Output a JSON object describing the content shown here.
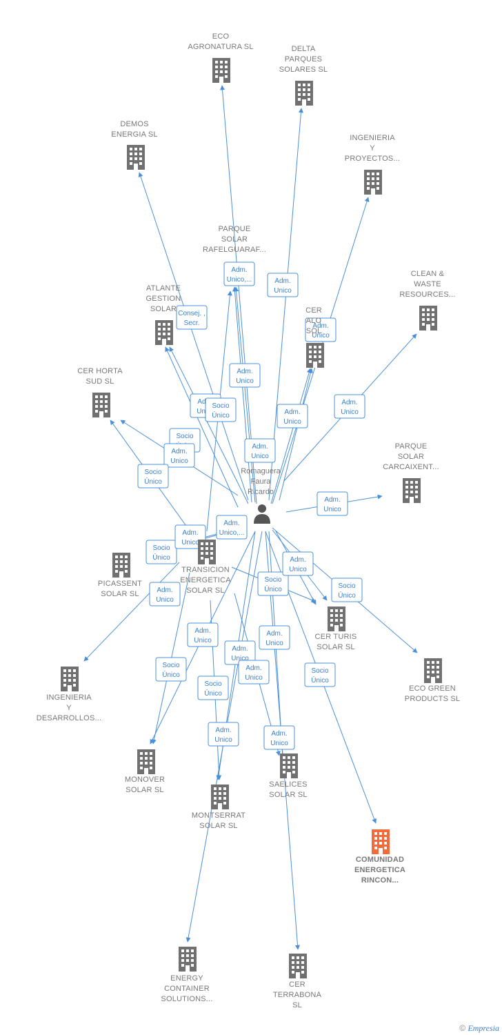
{
  "colors": {
    "edge": "#4a8fd8",
    "building": "#707070",
    "building_main": "#f26b3a",
    "person": "#555555",
    "label": "#777777"
  },
  "person": {
    "icon": "person-icon",
    "label": [
      "Romaguera",
      "Faura",
      "Ricardo"
    ]
  },
  "companies": [
    {
      "id": "eco-agronatura",
      "label": [
        "ECO",
        "AGRONATURA SL"
      ],
      "icon": "building-icon"
    },
    {
      "id": "delta-parques",
      "label": [
        "DELTA",
        "PARQUES",
        "SOLARES  SL"
      ],
      "icon": "building-icon"
    },
    {
      "id": "demos-energia",
      "label": [
        "DEMOS",
        "ENERGIA  SL"
      ],
      "icon": "building-icon"
    },
    {
      "id": "ingenieria-proyectos",
      "label": [
        "INGENIERIA",
        "Y",
        "PROYECTOS..."
      ],
      "icon": "building-icon"
    },
    {
      "id": "parque-rafelguaraf",
      "label": [
        "PARQUE",
        "SOLAR",
        "RAFELGUARAF..."
      ],
      "icon": "building-icon"
    },
    {
      "id": "atlante-gestion",
      "label": [
        "ATLANTE",
        "GESTION",
        "SOLAR"
      ],
      "icon": "building-icon"
    },
    {
      "id": "cer-alo",
      "label": [
        "CER",
        "ALO",
        "SOL"
      ],
      "icon": "building-icon"
    },
    {
      "id": "clean-waste",
      "label": [
        "CLEAN &",
        "WASTE",
        "RESOURCES..."
      ],
      "icon": "building-icon"
    },
    {
      "id": "cer-horta",
      "label": [
        "CER HORTA",
        "SUD  SL"
      ],
      "icon": "building-icon"
    },
    {
      "id": "parque-carcaixent",
      "label": [
        "PARQUE",
        "SOLAR",
        "CARCAIXENT..."
      ],
      "icon": "building-icon"
    },
    {
      "id": "picassent",
      "label": [
        "PICASSENT",
        "SOLAR  SL"
      ],
      "icon": "building-icon"
    },
    {
      "id": "transicion",
      "label": [
        "TRANSICION",
        "ENERGETICA",
        "SOLAR  SL"
      ],
      "icon": "building-icon"
    },
    {
      "id": "cer-turis",
      "label": [
        "CER TURIS",
        "SOLAR  SL"
      ],
      "icon": "building-icon"
    },
    {
      "id": "eco-green",
      "label": [
        "ECO GREEN",
        "PRODUCTS  SL"
      ],
      "icon": "building-icon"
    },
    {
      "id": "ingenieria-desarrollos",
      "label": [
        "INGENIERIA",
        "Y",
        "DESARROLLOS..."
      ],
      "icon": "building-icon"
    },
    {
      "id": "monover",
      "label": [
        "MONOVER",
        "SOLAR  SL"
      ],
      "icon": "building-icon"
    },
    {
      "id": "saelices",
      "label": [
        "SAELICES",
        "SOLAR  SL"
      ],
      "icon": "building-icon"
    },
    {
      "id": "montserrat",
      "label": [
        "MONTSERRAT",
        "SOLAR  SL"
      ],
      "icon": "building-icon"
    },
    {
      "id": "comunidad",
      "label": [
        "COMUNIDAD",
        "ENERGETICA",
        "RINCON..."
      ],
      "icon": "building-icon",
      "main": true
    },
    {
      "id": "energy-container",
      "label": [
        "ENERGY",
        "CONTAINER",
        "SOLUTIONS..."
      ],
      "icon": "building-icon"
    },
    {
      "id": "cer-terrabona",
      "label": [
        "CER",
        "TERRABONA",
        "SL"
      ],
      "icon": "building-icon"
    }
  ],
  "edge_labels": [
    [
      "Adm.",
      "Unico,..."
    ],
    [
      "Adm.",
      "Unico"
    ],
    [
      "Consej. ,",
      "Secr."
    ],
    [
      "Adm.",
      "Unico"
    ],
    [
      "Adm.",
      "Unico"
    ],
    [
      "Adm.",
      "Unico"
    ],
    [
      "Adm.",
      "Unico"
    ],
    [
      "Adm.",
      "Unico"
    ],
    [
      "Socio",
      "Único"
    ],
    [
      "Socio",
      "Único"
    ],
    [
      "Adm.",
      "Unico"
    ],
    [
      "Socio",
      "Único"
    ],
    [
      "Socio",
      "Único"
    ],
    [
      "Adm.",
      "Unico"
    ],
    [
      "Adm.",
      "Unico"
    ],
    [
      "Adm.",
      "Unico,..."
    ],
    [
      "Socio",
      "Único"
    ],
    [
      "Adm.",
      "Unico"
    ],
    [
      "Socio",
      "Único"
    ],
    [
      "Adm.",
      "Unico"
    ],
    [
      "Adm.",
      "Unico"
    ],
    [
      "Adm.",
      "Unico"
    ],
    [
      "Adm.",
      "Unico"
    ],
    [
      "Adm.",
      "Unico"
    ],
    [
      "Socio",
      "Único"
    ],
    [
      "Socio",
      "Único"
    ],
    [
      "Socio",
      "Único"
    ],
    [
      "Adm.",
      "Unico"
    ],
    [
      "Adm.",
      "Unico"
    ],
    [
      "Adm.",
      "Unico"
    ]
  ],
  "footer": {
    "copyright": "©",
    "brand": "Empresia"
  }
}
